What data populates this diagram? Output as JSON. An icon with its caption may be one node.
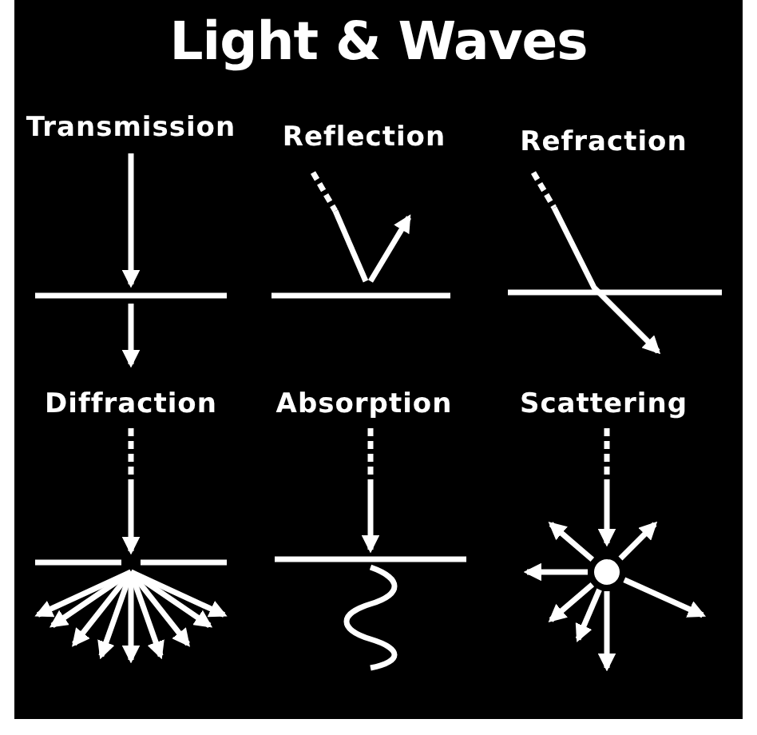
{
  "diagram": {
    "title": "Light & Waves",
    "labels": [
      "Transmission",
      "Reflection",
      "Refraction",
      "Diffraction",
      "Absorption",
      "Scattering"
    ]
  }
}
